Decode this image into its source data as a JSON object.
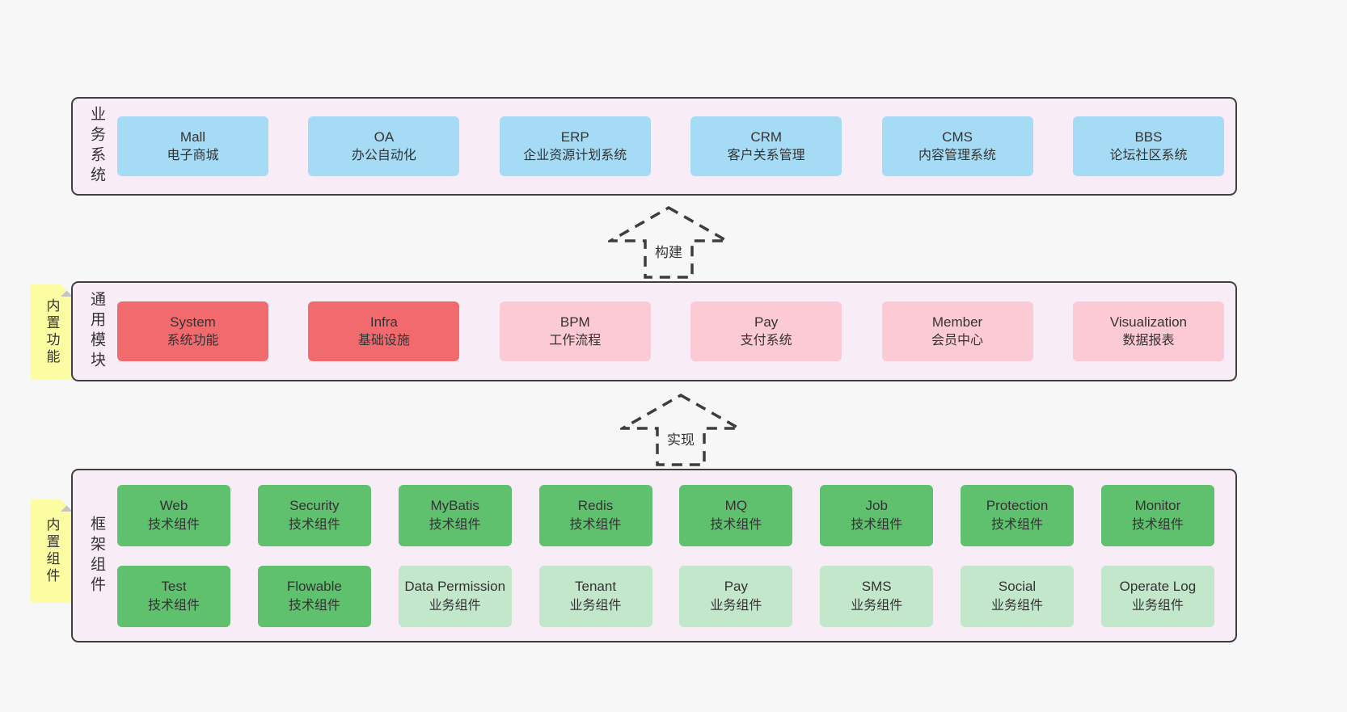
{
  "colors": {
    "page_bg": "#f7f7f7",
    "container_bg": "#f8edf7",
    "container_border": "#3f3f3f",
    "blue_box": "#a6dbf5",
    "red_box": "#f16a6e",
    "pink_box": "#fbcad4",
    "green_box": "#5fc06e",
    "light_green_box": "#c3e7cb",
    "note_yellow": "#fcfca3",
    "note_fold_gray": "#c4c4c4",
    "text": "#333333"
  },
  "sections": {
    "business": {
      "label": "业务系统",
      "boxes": [
        {
          "name": "Mall",
          "desc": "电子商城",
          "variant": "blue"
        },
        {
          "name": "OA",
          "desc": "办公自动化",
          "variant": "blue"
        },
        {
          "name": "ERP",
          "desc": "企业资源计划系统",
          "variant": "blue"
        },
        {
          "name": "CRM",
          "desc": "客户关系管理",
          "variant": "blue"
        },
        {
          "name": "CMS",
          "desc": "内容管理系统",
          "variant": "blue"
        },
        {
          "name": "BBS",
          "desc": "论坛社区系统",
          "variant": "blue"
        }
      ]
    },
    "modules": {
      "label": "通用模块",
      "note": "内置功能",
      "boxes": [
        {
          "name": "System",
          "desc": "系统功能",
          "variant": "red"
        },
        {
          "name": "Infra",
          "desc": "基础设施",
          "variant": "red"
        },
        {
          "name": "BPM",
          "desc": "工作流程",
          "variant": "pink"
        },
        {
          "name": "Pay",
          "desc": "支付系统",
          "variant": "pink"
        },
        {
          "name": "Member",
          "desc": "会员中心",
          "variant": "pink"
        },
        {
          "name": "Visualization",
          "desc": "数据报表",
          "variant": "pink"
        }
      ]
    },
    "framework": {
      "label": "框架组件",
      "note": "内置组件",
      "rows": [
        [
          {
            "name": "Web",
            "desc": "技术组件",
            "variant": "green"
          },
          {
            "name": "Security",
            "desc": "技术组件",
            "variant": "green"
          },
          {
            "name": "MyBatis",
            "desc": "技术组件",
            "variant": "green"
          },
          {
            "name": "Redis",
            "desc": "技术组件",
            "variant": "green"
          },
          {
            "name": "MQ",
            "desc": "技术组件",
            "variant": "green"
          },
          {
            "name": "Job",
            "desc": "技术组件",
            "variant": "green"
          },
          {
            "name": "Protection",
            "desc": "技术组件",
            "variant": "green"
          },
          {
            "name": "Monitor",
            "desc": "技术组件",
            "variant": "green"
          }
        ],
        [
          {
            "name": "Test",
            "desc": "技术组件",
            "variant": "green"
          },
          {
            "name": "Flowable",
            "desc": "技术组件",
            "variant": "green"
          },
          {
            "name": "Data Permission",
            "desc": "业务组件",
            "variant": "lightgreen"
          },
          {
            "name": "Tenant",
            "desc": "业务组件",
            "variant": "lightgreen"
          },
          {
            "name": "Pay",
            "desc": "业务组件",
            "variant": "lightgreen"
          },
          {
            "name": "SMS",
            "desc": "业务组件",
            "variant": "lightgreen"
          },
          {
            "name": "Social",
            "desc": "业务组件",
            "variant": "lightgreen"
          },
          {
            "name": "Operate Log",
            "desc": "业务组件",
            "variant": "lightgreen"
          }
        ]
      ]
    }
  },
  "arrows": [
    {
      "label": "构建"
    },
    {
      "label": "实现"
    }
  ]
}
